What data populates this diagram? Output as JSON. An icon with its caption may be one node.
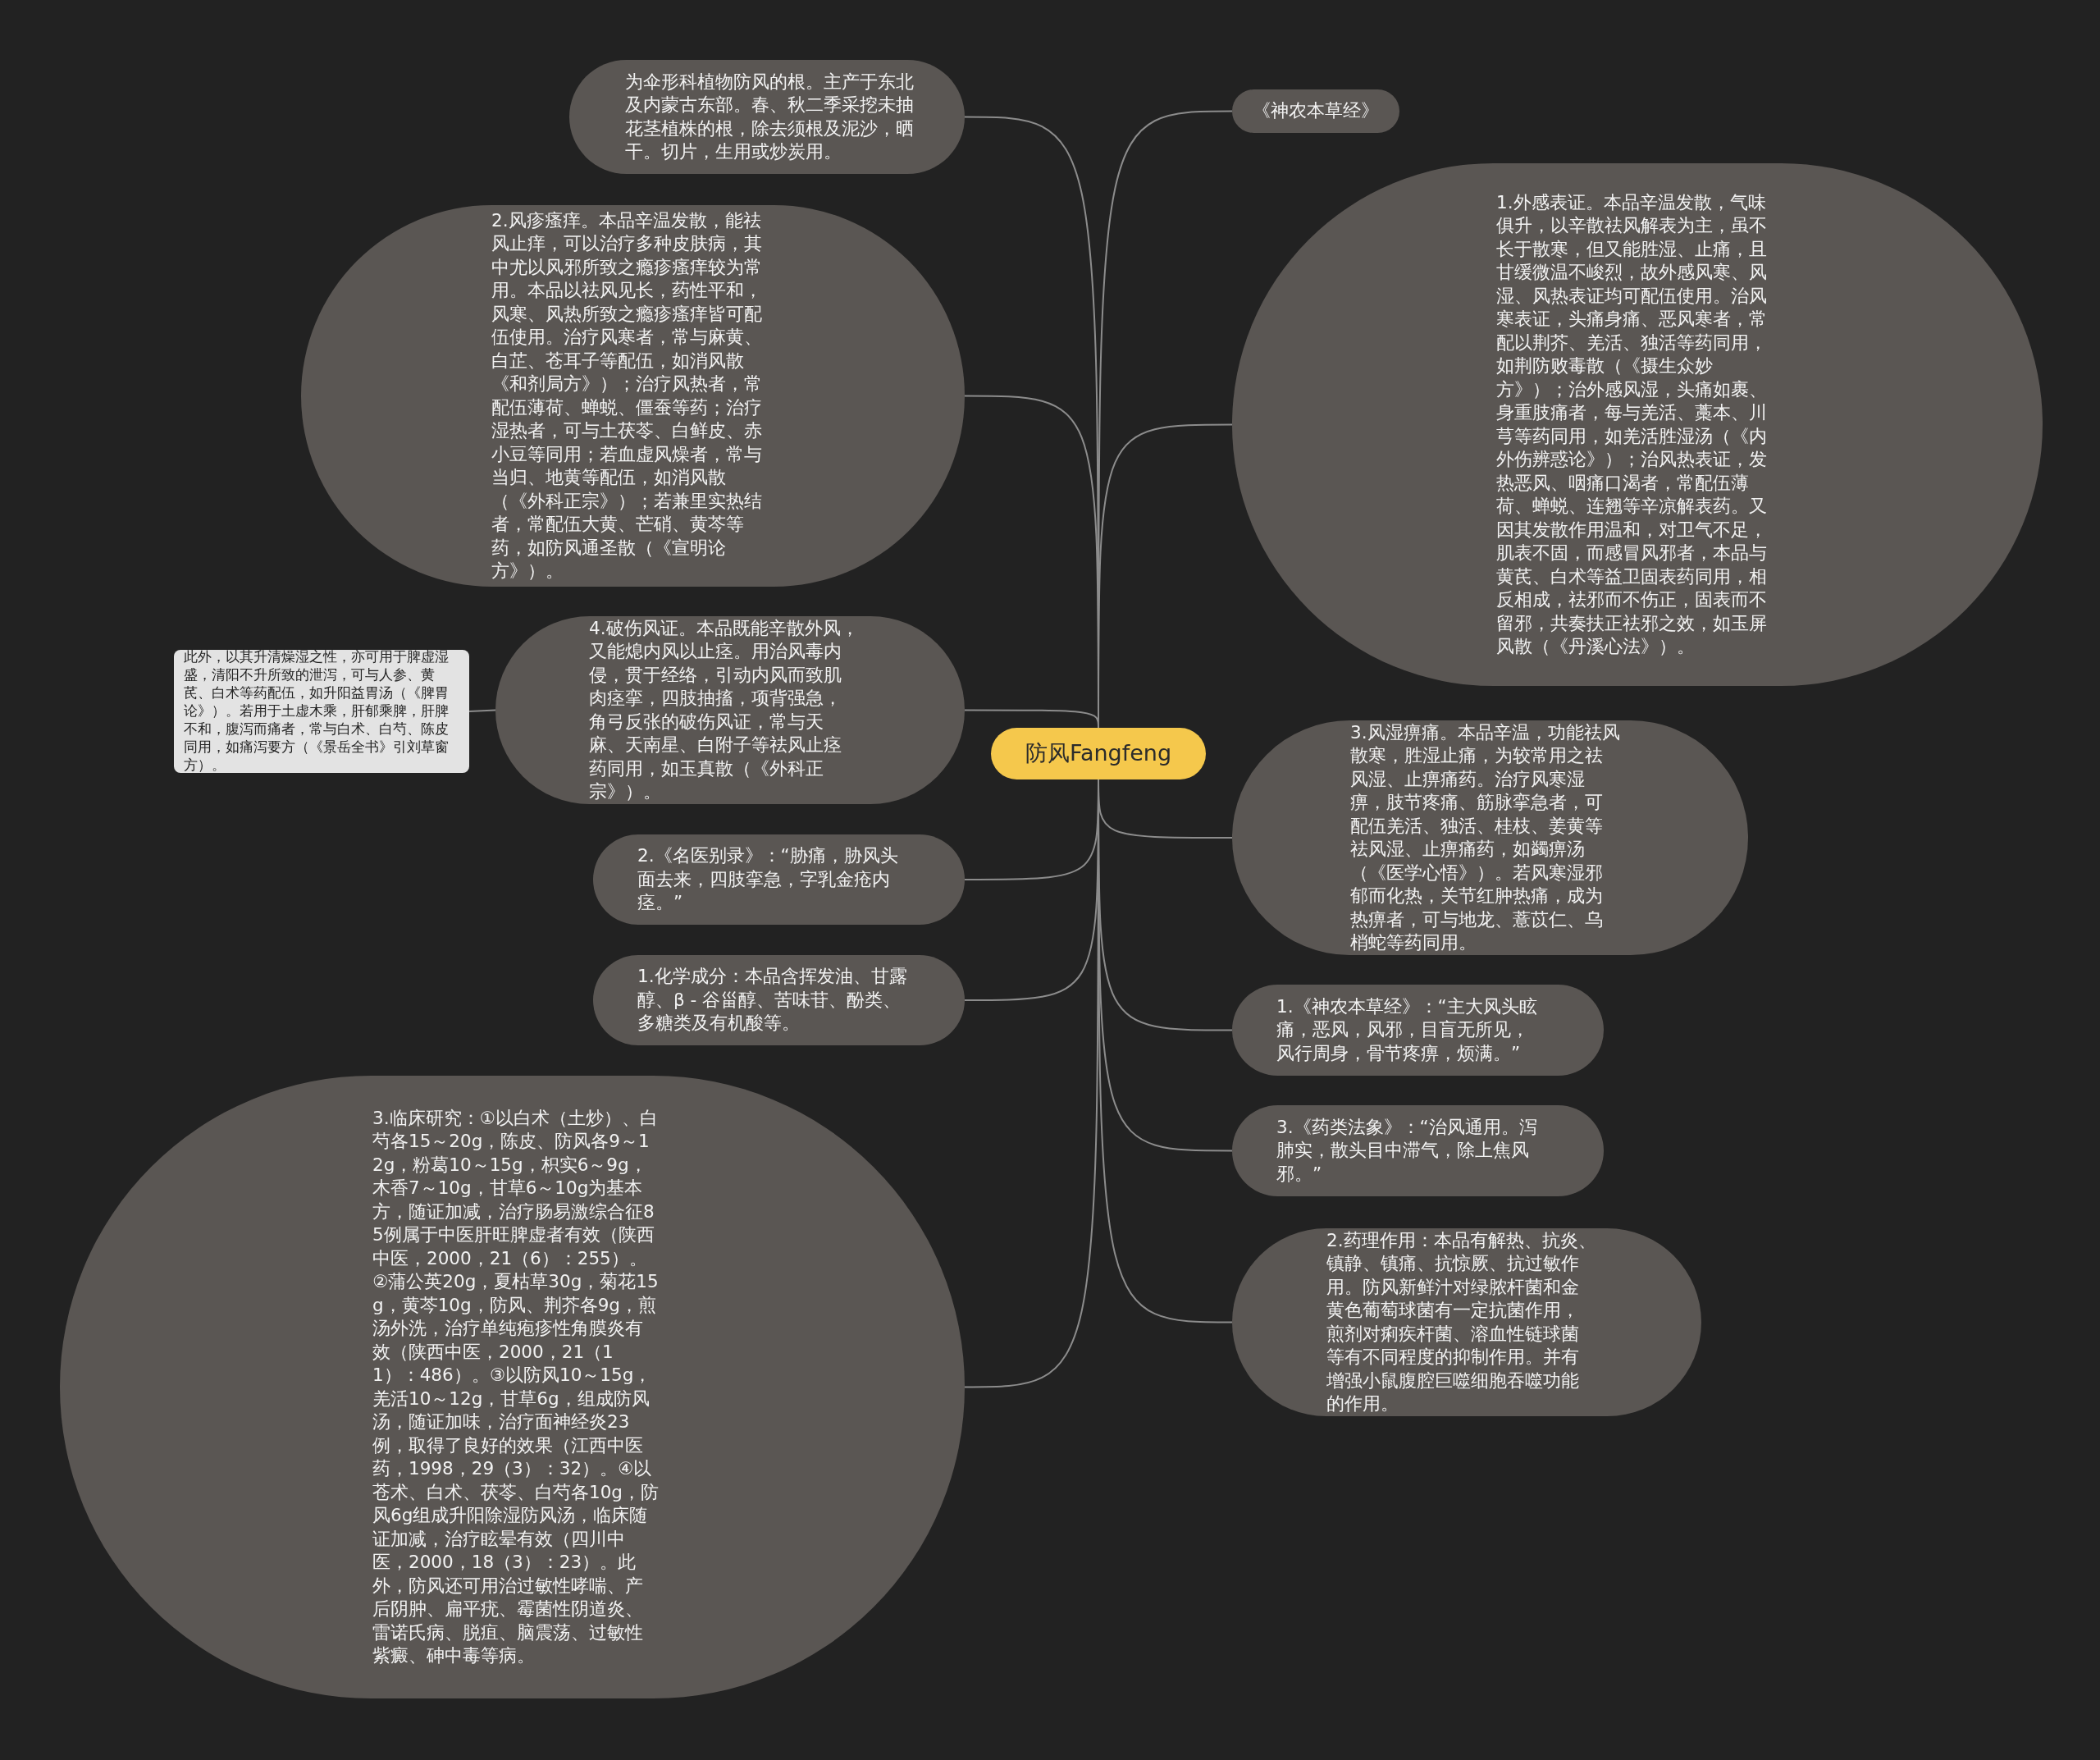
{
  "diagram": {
    "nodes": [
      {
        "text": [
          "防风Fangfeng"
        ]
      },
      {
        "text": [
          "为伞形科植物防风的根。主产于东北及内蒙古东部。春、秋二季采挖未抽花茎植株的根，除去须根及泥沙，晒干。切片，生用或炒炭用。"
        ]
      },
      {
        "text": [
          "2.风疹瘙痒。本品辛温发散，能祛风止痒，可以治疗多种皮肤病，其中尤以风邪所致之瘾疹瘙痒较为常用。本品以祛风见长，药性平和，风寒、风热所致之瘾疹瘙痒皆可配伍使用。治疗风寒者，常与麻黄、白芷、苍耳子等配伍，如消风散《和剂局方》）；治疗风热者，常配伍薄荷、蝉蜕、僵蚕等药；治疗湿热者，可与土茯苓、白鲜皮、赤小豆等同用；若血虚风燥者，常与当归、地黄等配伍，如消风散（《外科正宗》）；若兼里实热结者，常配伍大黄、芒硝、黄芩等药，如防风通圣散（《宣明论方》）。"
        ]
      },
      {
        "text": [
          "4.破伤风证。本品既能辛散外风，又能熄内风以止痉。用治风毒内侵，贯于经络，引动内风而致肌肉痉挛，四肢抽搐，项背强急，角弓反张的破伤风证，常与天麻、天南星、白附子等祛风止痉药同用，如玉真散（《外科正宗》）。"
        ]
      },
      {
        "text": [
          "此外，以其升清燥湿之性，亦可用于脾虚湿盛，清阳不升所致的泄泻，可与人参、黄芪、白术等药配伍，如升阳益胃汤（《脾胃论》）。若用于土虚木乘，肝郁乘脾，肝脾不和，腹泻而痛者，常与白术、白芍、陈皮同用，如痛泻要方（《景岳全书》引刘草窗方）。"
        ]
      },
      {
        "text": [
          "2.《名医别录》：“胁痛，胁风头面去来，四肢挛急，字乳金疮内痉。”"
        ]
      },
      {
        "text": [
          "1.化学成分：本品含挥发油、甘露醇、β - 谷甾醇、苦味苷、酚类、多糖类及有机酸等。"
        ]
      },
      {
        "text": [
          "3.临床研究：①以白术（土炒）、白芍各15～20g，陈皮、防风各9～12g，粉葛10～15g，枳实6～9g，木香7～10g，甘草6～10g为基本方，随证加减，治疗肠易激综合征85例属于中医肝旺脾虚者有效（陕西中医，2000，21（6）：255）。②蒲公英20g，夏枯草30g，菊花15g，黄芩10g，防风、荆芥各9g，煎汤外洗，治疗单纯疱疹性角膜炎有效（陕西中医，2000，21（11）：486）。③以防风10～15g，羌活10～12g，甘草6g，组成防风汤，随证加味，治疗面神经炎23例，取得了良好的效果（江西中医药，1998，29（3）：32）。④以苍术、白术、茯苓、白芍各10g，防风6g组成升阳除湿防风汤，临床随证加减，治疗眩晕有效（四川中医，2000，18（3）：23）。此外，防风还可用治过敏性哮喘、产后阴肿、扁平疣、霉菌性阴道炎、雷诺氏病、脱疽、脑震荡、过敏性紫癜、砷中毒等病。"
        ]
      },
      {
        "text": [
          "《神农本草经》"
        ]
      },
      {
        "text": [
          "1.外感表证。本品辛温发散，气味俱升，以辛散祛风解表为主，虽不长于散寒，但又能胜湿、止痛，且甘缓微温不峻烈，故外感风寒、风湿、风热表证均可配伍使用。治风寒表证，头痛身痛、恶风寒者，常配以荆芥、羌活、独活等药同用，如荆防败毒散（《摄生众妙方》）；治外感风湿，头痛如裹、身重肢痛者，每与羌活、藁本、川芎等药同用，如羌活胜湿汤（《内外伤辨惑论》）；治风热表证，发热恶风、咽痛口渴者，常配伍薄荷、蝉蜕、连翘等辛凉解表药。又因其发散作用温和，对卫气不足，肌表不固，而感冒风邪者，本品与黄芪、白术等益卫固表药同用，相反相成，祛邪而不伤正，固表而不留邪，共奏扶正祛邪之效，如玉屏风散（《丹溪心法》）。"
        ]
      },
      {
        "text": [
          "3.风湿痹痛。本品辛温，功能祛风散寒，胜湿止痛，为较常用之祛风湿、止痹痛药。治疗风寒湿痹，肢节疼痛、筋脉挛急者，可配伍羌活、独活、桂枝、姜黄等祛风湿、止痹痛药，如蠲痹汤（《医学心悟》）。若风寒湿邪郁而化热，关节红肿热痛，成为热痹者，可与地龙、薏苡仁、乌梢蛇等药同用。"
        ]
      },
      {
        "text": [
          "1.《神农本草经》：“主大风头眩痛，恶风，风邪，目盲无所见，风行周身，骨节疼痹，烦满。”"
        ]
      },
      {
        "text": [
          "3.《药类法象》：“治风通用。泻肺实，散头目中滞气，除上焦风邪。”"
        ]
      },
      {
        "text": [
          "2.药理作用：本品有解热、抗炎、镇静、镇痛、抗惊厥、抗过敏作用。防风新鲜汁对绿脓杆菌和金黄色葡萄球菌有一定抗菌作用，煎剂对痢疾杆菌、溶血性链球菌等有不同程度的抑制作用。并有增强小鼠腹腔巨噬细胞吞噬功能的作用。"
        ]
      }
    ],
    "edges": [
      {
        "from": 0,
        "to": 1,
        "arrow": "none"
      },
      {
        "from": 0,
        "to": 2,
        "arrow": "none"
      },
      {
        "from": 0,
        "to": 3,
        "arrow": "none"
      },
      {
        "from": 3,
        "to": 4,
        "arrow": "none"
      },
      {
        "from": 0,
        "to": 5,
        "arrow": "none"
      },
      {
        "from": 0,
        "to": 6,
        "arrow": "none"
      },
      {
        "from": 0,
        "to": 7,
        "arrow": "none"
      },
      {
        "from": 0,
        "to": 8,
        "arrow": "none"
      },
      {
        "from": 0,
        "to": 9,
        "arrow": "none"
      },
      {
        "from": 0,
        "to": 10,
        "arrow": "none"
      },
      {
        "from": 0,
        "to": 11,
        "arrow": "none"
      },
      {
        "from": 0,
        "to": 12,
        "arrow": "none"
      },
      {
        "from": 0,
        "to": 13,
        "arrow": "none"
      }
    ]
  }
}
